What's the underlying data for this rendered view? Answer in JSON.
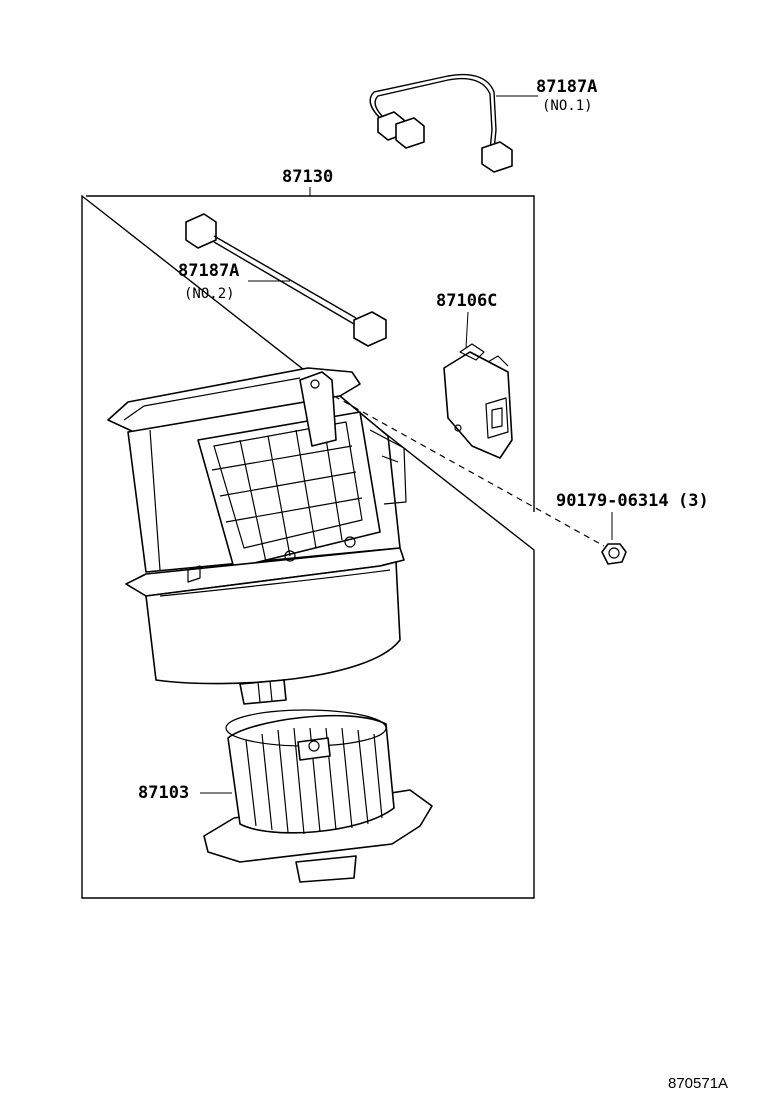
{
  "callouts": {
    "harness_no1": {
      "number": "87187A",
      "sub": "(NO.1)"
    },
    "blower_assy": {
      "number": "87130"
    },
    "harness_no2": {
      "number": "87187A",
      "sub": "(NO.2)"
    },
    "resistor": {
      "number": "87106C"
    },
    "screw": {
      "number": "90179-06314",
      "qty": "(3)"
    },
    "fan_motor": {
      "number": "87103"
    }
  },
  "illustration_ref": "870571A",
  "colors": {
    "line": "#000000",
    "background": "#ffffff"
  }
}
